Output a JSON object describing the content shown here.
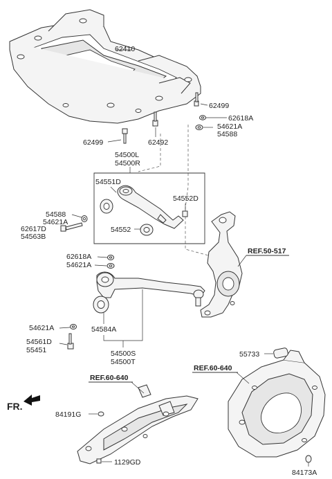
{
  "labels": {
    "subframe": "62410",
    "bolt_front_right": "62499",
    "washer_62618a_top": "62618A",
    "washer_54621a_top": "54621A",
    "nut_54588_top": "54588",
    "bolt_front_left": "62499",
    "bolt_center": "62492",
    "arm_assy_l": "54500L",
    "arm_assy_r": "54500R",
    "bushing_54551d": "54551D",
    "bushing_54552d": "54552D",
    "nut_54588_left": "54588",
    "washer_54621a_left": "54621A",
    "bolt_62617d": "62617D",
    "bolt_54563b": "54563B",
    "bushing_54552": "54552",
    "ref_knuckle": "REF.50-517",
    "washer_62618a_mid": "62618A",
    "washer_54621a_mid": "54621A",
    "washer_54621a_low": "54621A",
    "bushing_54584a": "54584A",
    "bolt_54561d": "54561D",
    "bolt_55451": "55451",
    "arm_assy_s": "54500S",
    "arm_assy_t": "54500T",
    "ref_floor_left": "REF.60-640",
    "ref_floor_right": "REF.60-640",
    "cover_55733": "55733",
    "plug_84191g": "84191G",
    "bolt_1129gd": "1129GD",
    "plug_84173a": "84173A",
    "front_indicator": "FR."
  }
}
